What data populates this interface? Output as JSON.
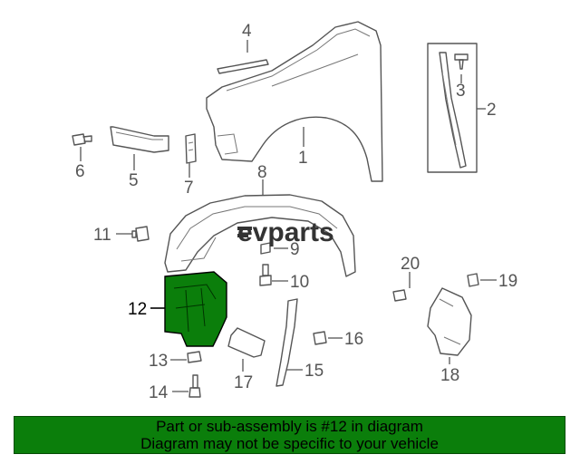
{
  "logo": {
    "text": "evparts"
  },
  "callouts": [
    {
      "id": "c1",
      "label": "1"
    },
    {
      "id": "c2",
      "label": "2"
    },
    {
      "id": "c3",
      "label": "3"
    },
    {
      "id": "c4",
      "label": "4"
    },
    {
      "id": "c5",
      "label": "5"
    },
    {
      "id": "c6",
      "label": "6"
    },
    {
      "id": "c7",
      "label": "7"
    },
    {
      "id": "c8",
      "label": "8"
    },
    {
      "id": "c9",
      "label": "9"
    },
    {
      "id": "c10",
      "label": "10"
    },
    {
      "id": "c11",
      "label": "11"
    },
    {
      "id": "c12",
      "label": "12",
      "highlighted": true
    },
    {
      "id": "c13",
      "label": "13"
    },
    {
      "id": "c14",
      "label": "14"
    },
    {
      "id": "c15",
      "label": "15"
    },
    {
      "id": "c16",
      "label": "16"
    },
    {
      "id": "c17",
      "label": "17"
    },
    {
      "id": "c18",
      "label": "18"
    },
    {
      "id": "c19",
      "label": "19"
    },
    {
      "id": "c20",
      "label": "20"
    }
  ],
  "highlight_color": "#0b7e0b",
  "banner": {
    "line1": "Part or sub-assembly is #12 in diagram",
    "line2": "Diagram may not be specific to your vehicle",
    "background": "#0b7e0b"
  }
}
